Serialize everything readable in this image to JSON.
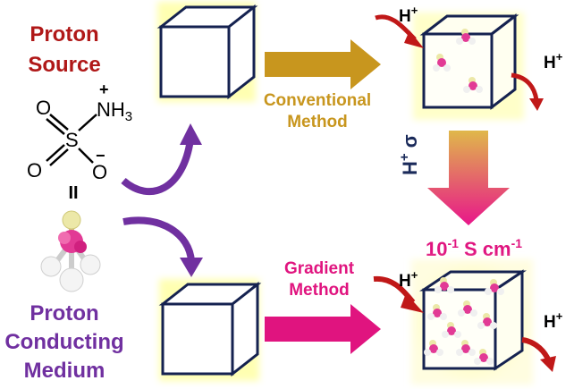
{
  "proton_source": {
    "line1": "Proton",
    "line2": "Source"
  },
  "conducting_medium": {
    "line1": "Proton",
    "line2": "Conducting",
    "line3": "Medium"
  },
  "molecule": {
    "o_top": "O",
    "o_bottom": "O",
    "s": "S",
    "nh3": "NH",
    "nh3_sub": "3",
    "plus": "+",
    "o_minus": "O",
    "minus": "−",
    "separator": "II"
  },
  "conventional": {
    "line1": "Conventional",
    "line2": "Method"
  },
  "gradient": {
    "line1": "Gradient",
    "line2": "Method"
  },
  "hplus": {
    "symbol": "H",
    "charge": "+"
  },
  "sigma": {
    "h": "H",
    "charge": "+",
    "sigma": "σ"
  },
  "conductivity": {
    "prefix": "10",
    "exp": "-1",
    "unit": " S cm",
    "unit_exp": "-1"
  },
  "colors": {
    "source_red": "#b01818",
    "medium_purple": "#7030a0",
    "gold": "#c8961e",
    "magenta": "#e0147f",
    "navy": "#1a2a5a",
    "arrow_red": "#c01818"
  }
}
